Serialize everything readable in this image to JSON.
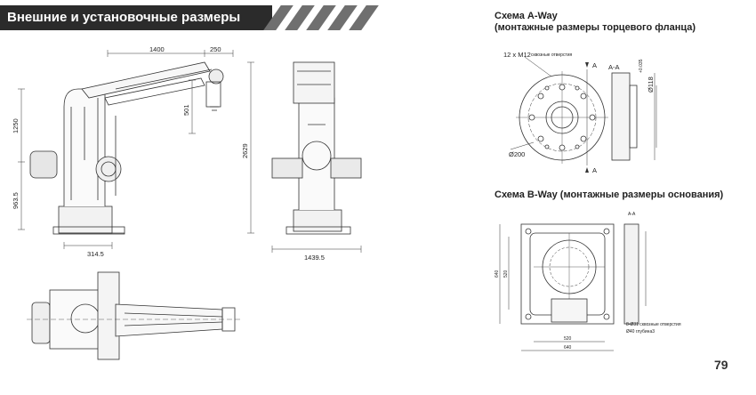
{
  "header": {
    "title": "Внешние и установочные размеры"
  },
  "side_view": {
    "dims": {
      "d1400": "1400",
      "d250": "250",
      "d1250": "1250",
      "d501": "501",
      "d963": "963.5",
      "d314": "314.5"
    }
  },
  "front_view": {
    "dims": {
      "d2629": "2629",
      "d1439": "1439.5"
    }
  },
  "scheme_a": {
    "title": "Схема A-Way",
    "subtitle": "(монтажные размеры торцевого фланца)",
    "holes_note": "12 x M12",
    "holes_text": "сквозные отверстия",
    "section_mark": "A",
    "section_label": "A-A",
    "d200": "Ø200",
    "d118": "Ø118",
    "d0035": "+0.035"
  },
  "scheme_b": {
    "title": "Схема B-Way (монтажные размеры основания)",
    "section_label": "A-A",
    "holes_note": "8-Ø31 сквозные отверстия",
    "holes_note2": "Ø40 глубина3",
    "d520": "520",
    "d640": "640",
    "d520b": "520",
    "d640b": "640"
  },
  "page_number": "79"
}
